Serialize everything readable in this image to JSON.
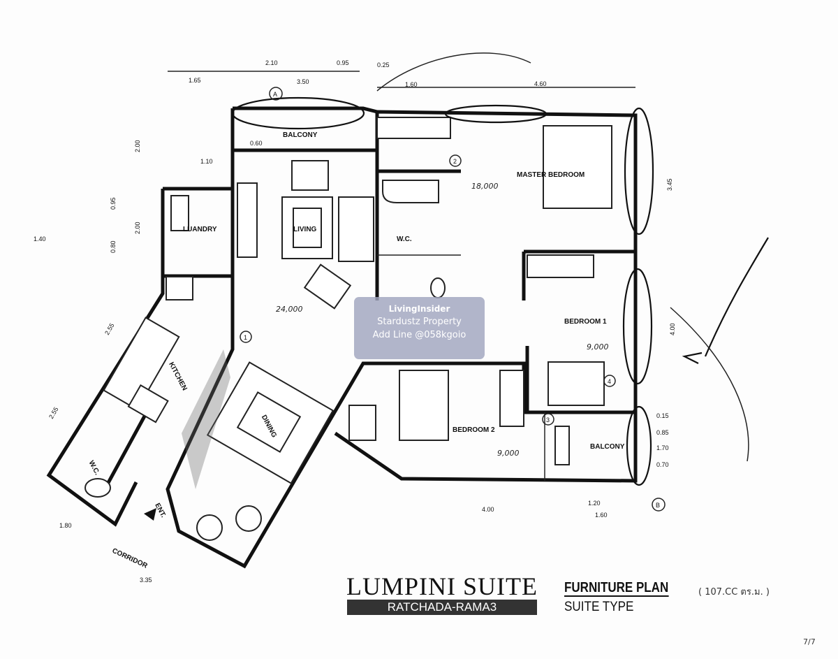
{
  "document": {
    "brand": "LUMPINI SUITE",
    "brand_subtitle": "RATCHADA-RAMA3",
    "plan_title": "FURNITURE PLAN",
    "plan_subtitle": "SUITE TYPE",
    "area_note": "( 107.CC ตร.ม. )",
    "date_note": "7/7"
  },
  "watermark": {
    "brand": "LivingInsider",
    "line1": "Stardustz Property",
    "line2": "Add Line @058kgoio"
  },
  "rooms": {
    "balcony_top": "BALCONY",
    "living": "LIVING",
    "laundry": "LUANDRY",
    "wc_main": "W.C.",
    "master_bedroom": "MASTER BEDROOM",
    "bedroom1": "BEDROOM 1",
    "bedroom2": "BEDROOM 2",
    "balcony_right": "BALCONY",
    "kitchen": "KITCHEN",
    "dining": "DINING",
    "wc_kitchen": "W.C.",
    "corridor": "CORRIDOR",
    "entrance": "ENT."
  },
  "dimensions": {
    "d1": "1.65",
    "d2": "3.50",
    "d3": "2.10",
    "d4": "0.95",
    "d5": "0.25",
    "d6": "1.60",
    "d7": "4.60",
    "d8": "3.45",
    "d9": "4.00",
    "d10": "2.55",
    "d11": "2.55",
    "d12": "1.80",
    "d13": "3.35",
    "d14": "4.00",
    "d15": "1.20",
    "d16": "1.60",
    "d17": "0.15",
    "d18": "0.85",
    "d19": "1.70",
    "d20": "0.70",
    "d21": "2.00",
    "d22": "1.10",
    "d23": "0.95",
    "d24": "2.00",
    "d25": "1.40",
    "d26": "0.80",
    "d27": "0.60"
  },
  "annotations": {
    "btu_master": "18,000",
    "btu_living": "24,000",
    "btu_bed1": "9,000",
    "btu_bed2": "9,000",
    "marker_a": "A",
    "marker_b": "B",
    "n1": "1",
    "n2": "2",
    "n3": "3",
    "n4": "4"
  }
}
